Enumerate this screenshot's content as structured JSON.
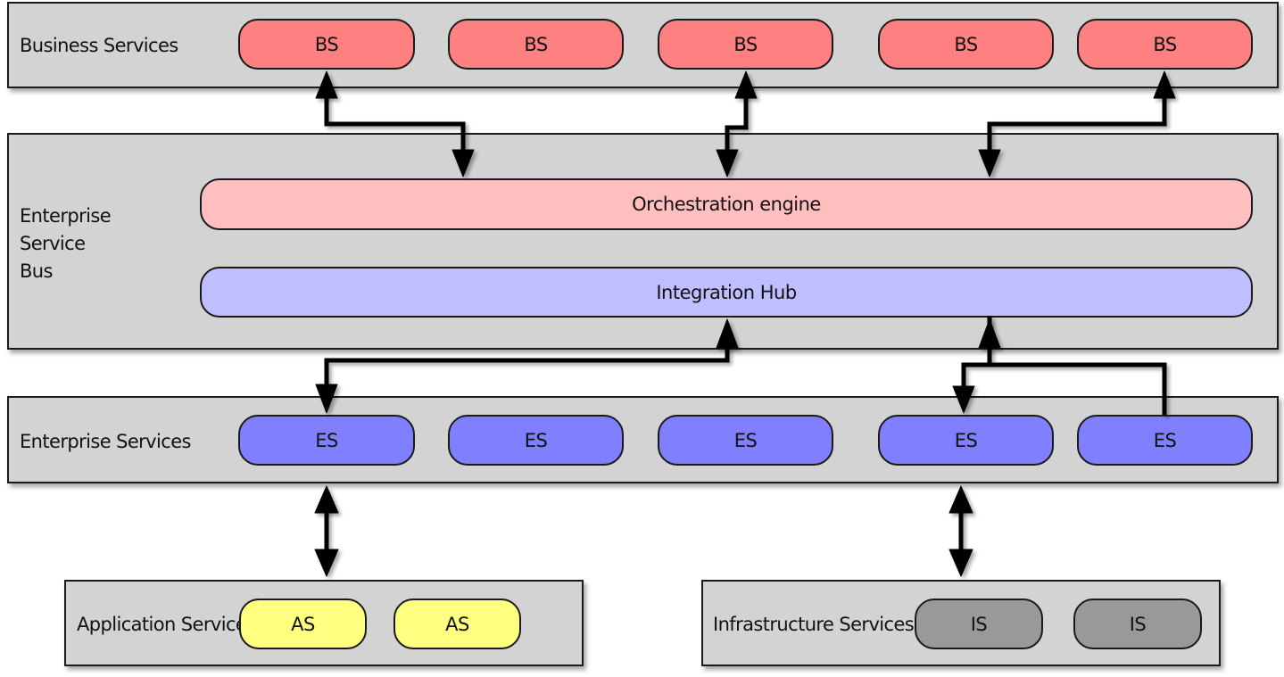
{
  "layers": {
    "business": {
      "label": "Business Services",
      "services": [
        "BS",
        "BS",
        "BS",
        "BS",
        "BS"
      ]
    },
    "esb": {
      "label": "Enterprise\nService\nBus",
      "orchestration": "Orchestration engine",
      "integration": "Integration Hub"
    },
    "enterprise": {
      "label": "Enterprise Services",
      "services": [
        "ES",
        "ES",
        "ES",
        "ES",
        "ES"
      ]
    },
    "application": {
      "label": "Application Services",
      "services": [
        "AS",
        "AS"
      ]
    },
    "infrastructure": {
      "label": "Infrastructure Services",
      "services": [
        "IS",
        "IS"
      ]
    }
  },
  "colors": {
    "business_service": "#ff8080",
    "enterprise_service": "#8080ff",
    "application_service": "#ffff80",
    "infrastructure_service": "#999999",
    "orchestration_engine": "#ffbfbf",
    "integration_hub": "#bfbfff",
    "layer_background": "#d3d3d3"
  }
}
